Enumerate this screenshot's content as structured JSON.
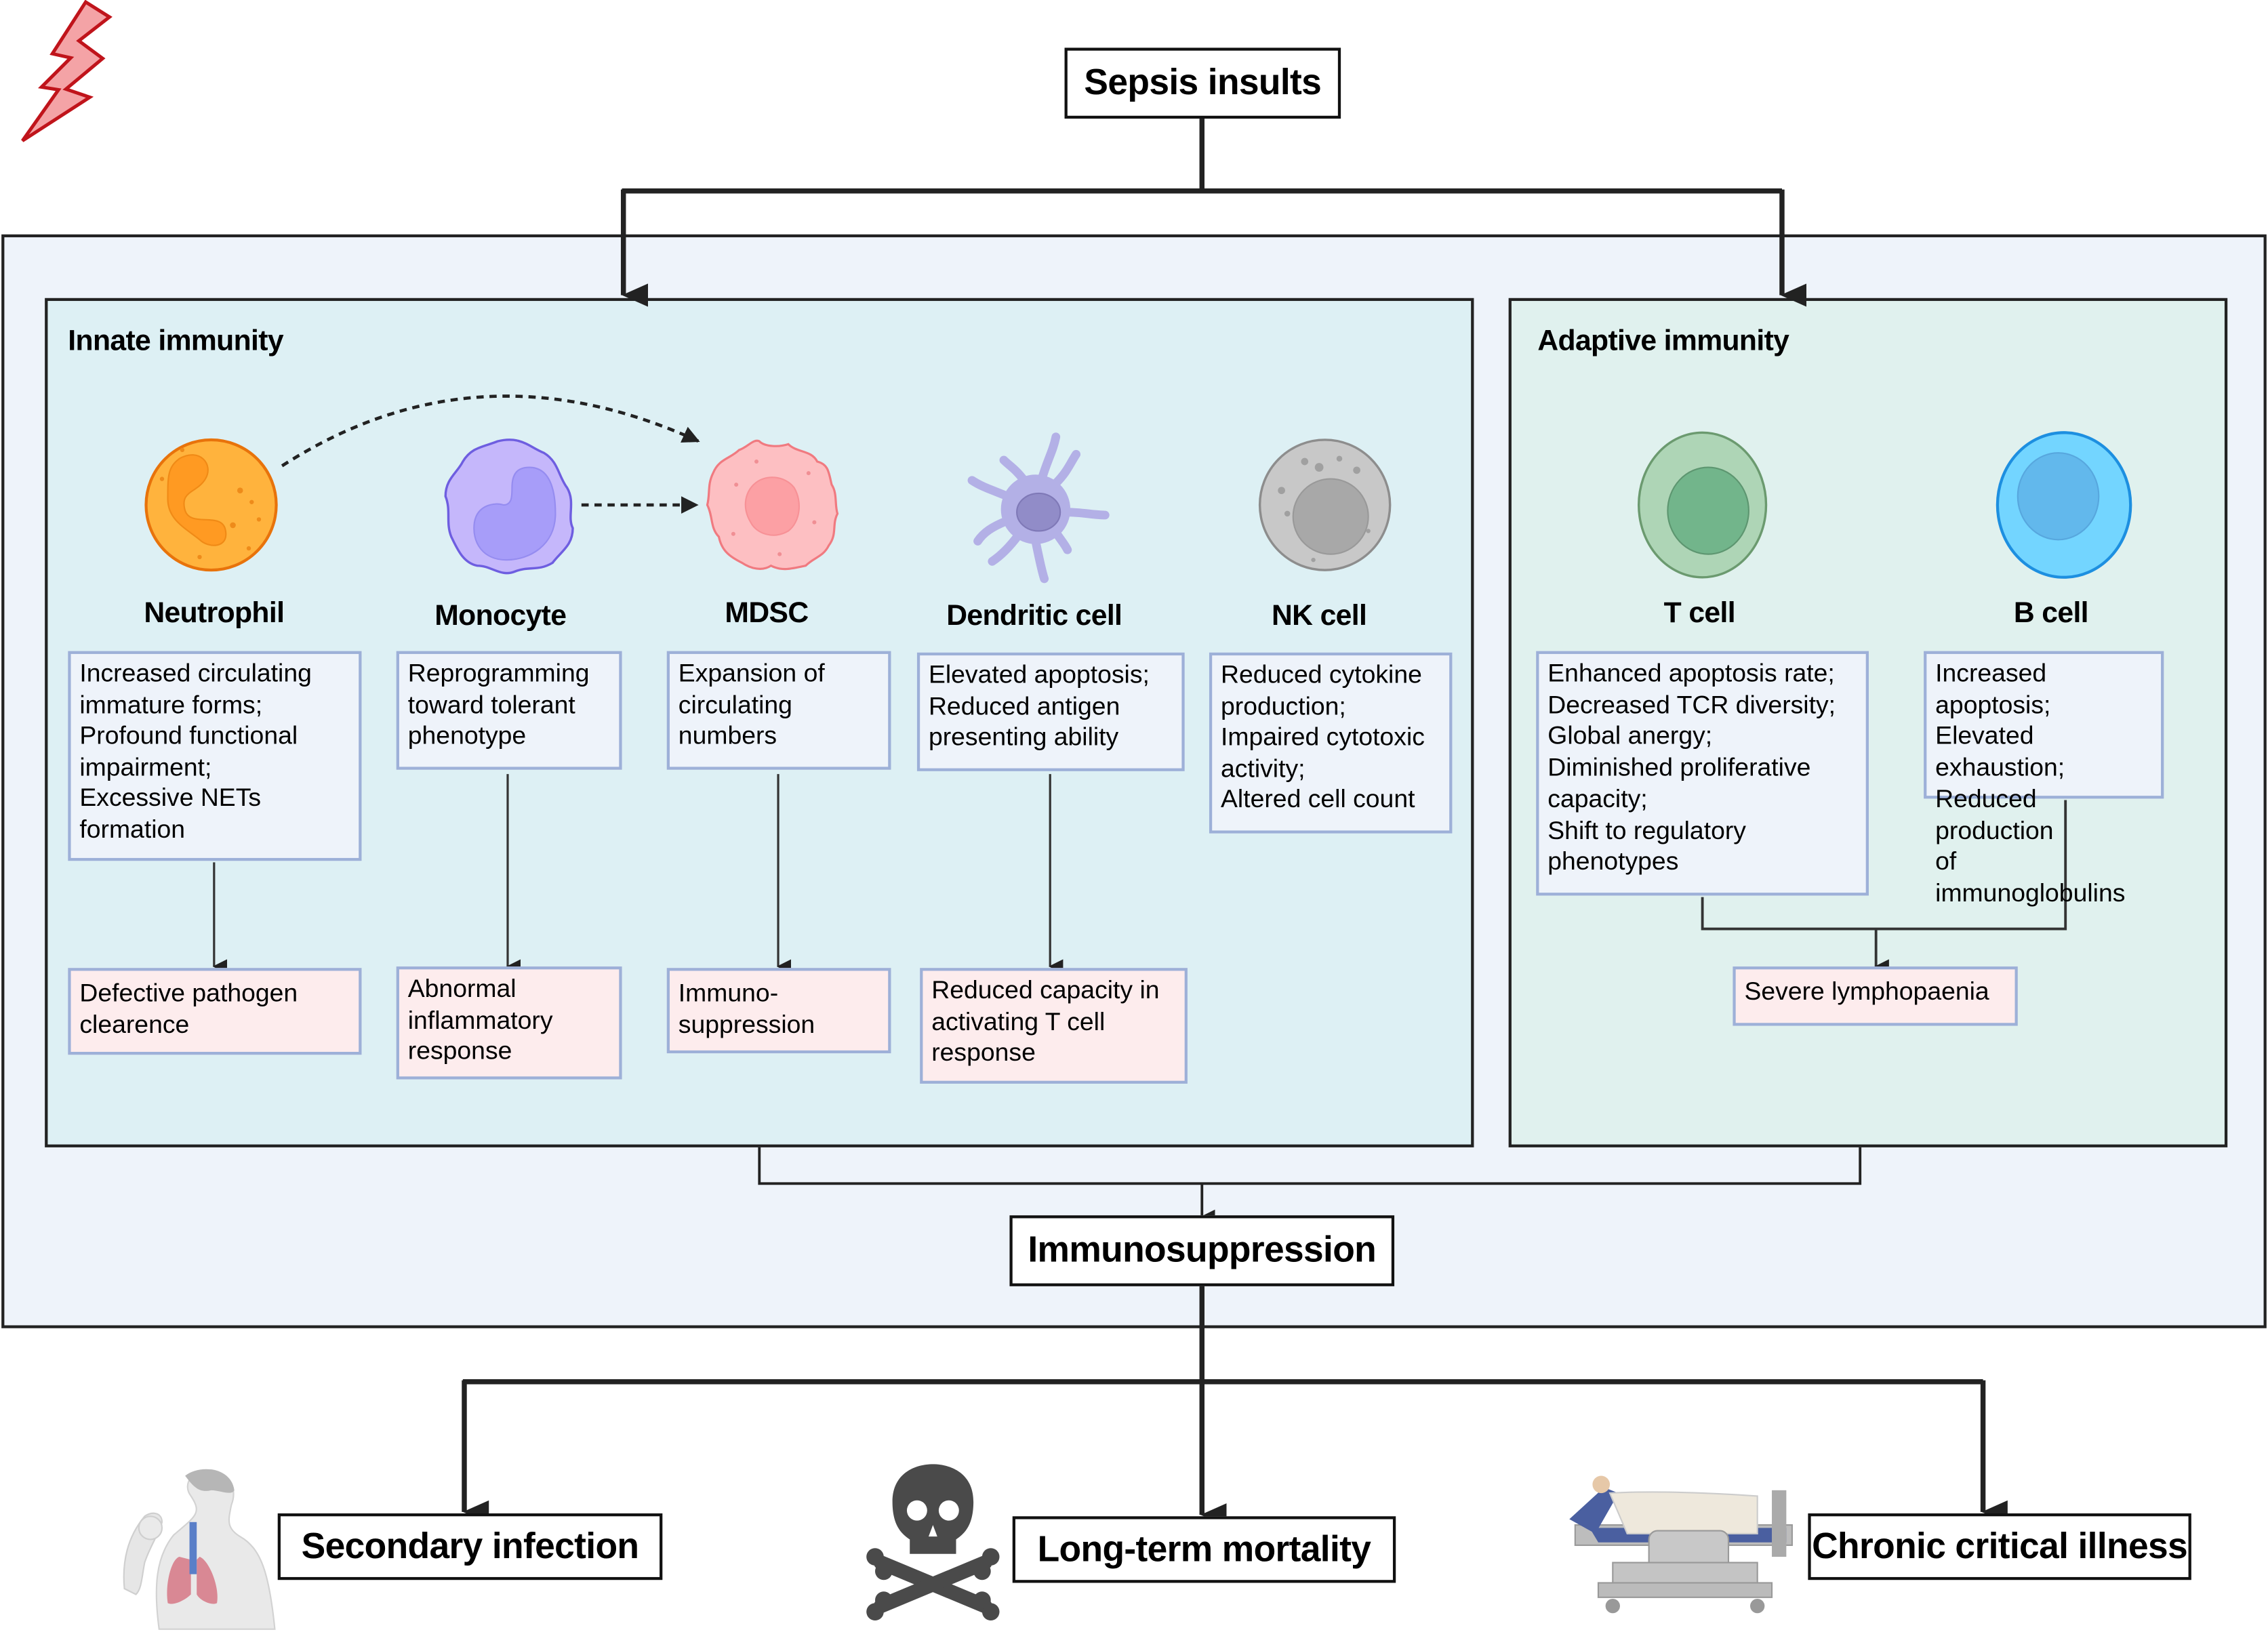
{
  "top": {
    "title": "Sepsis insults",
    "icon": "lightning-bolt-icon"
  },
  "innate": {
    "title": "Innate immunity",
    "cells": [
      {
        "name": "Neutrophil",
        "icon": "neutrophil-icon",
        "description": "Increased circulating\nimmature forms;\nProfound functional\nimpairment;\nExcessive NETs\nformation",
        "outcome": "Defective pathogen\nclearence"
      },
      {
        "name": "Monocyte",
        "icon": "monocyte-icon",
        "description": "Reprogramming\ntoward tolerant\nphenotype",
        "outcome": "Abnormal\ninflammatory\nresponse"
      },
      {
        "name": "MDSC",
        "icon": "mdsc-icon",
        "description": "Expansion of\ncirculating\nnumbers",
        "outcome": "Immuno-\nsuppression"
      },
      {
        "name": "Dendritic cell",
        "icon": "dendritic-cell-icon",
        "description": "Elevated apoptosis;\nReduced antigen\npresenting ability",
        "outcome": "Reduced capacity in\nactivating T cell\nresponse"
      },
      {
        "name": "NK cell",
        "icon": "nk-cell-icon",
        "description": "Reduced cytokine\nproduction;\nImpaired cytotoxic\nactivity;\nAltered cell count"
      }
    ]
  },
  "adaptive": {
    "title": "Adaptive immunity",
    "cells": [
      {
        "name": "T cell",
        "icon": "t-cell-icon",
        "description": "Enhanced apoptosis rate;\nDecreased TCR diversity;\nGlobal anergy;\nDiminished proliferative\ncapacity;\nShift to regulatory\nphenotypes"
      },
      {
        "name": "B cell",
        "icon": "b-cell-icon",
        "description": "Increased apoptosis;\nElevated exhaustion;\nReduced production\nof immunoglobulins"
      }
    ],
    "outcome": "Severe lymphopaenia"
  },
  "center": {
    "title": "Immunosuppression"
  },
  "consequences": [
    {
      "label": "Secondary infection",
      "icon": "coughing-person-lungs-icon"
    },
    {
      "label": "Long-term mortality",
      "icon": "skull-crossbones-icon"
    },
    {
      "label": "Chronic critical illness",
      "icon": "hospital-bed-patient-icon"
    }
  ],
  "colors": {
    "outer_panel": "#eef3fa",
    "innate_panel": "#ddf0f4",
    "adaptive_panel": "#e0f1ee",
    "description_box": "#eef3fa",
    "outcome_box": "#fdeced",
    "box_border": "#9db0d8",
    "lightning": "#f4a3a6"
  }
}
